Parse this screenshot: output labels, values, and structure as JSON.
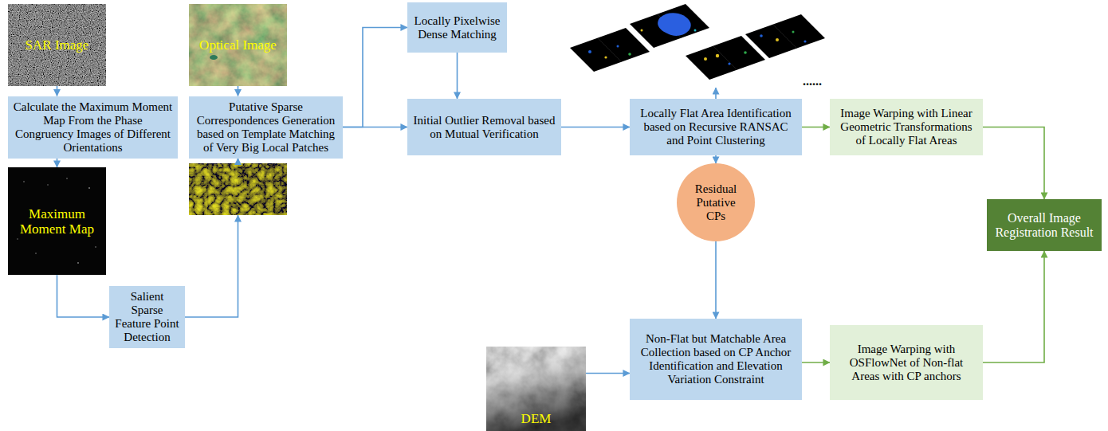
{
  "diagram": {
    "nodes": [
      {
        "text": [
          "SAR Image"
        ]
      },
      {
        "text": [
          "Optical Image"
        ]
      },
      {
        "text": [
          "Calculate the Maximum Moment Map From the Phase Congruency Images of Different Orientations"
        ]
      },
      {
        "text": [
          "Putative Sparse Correspondences Generation based on Template Matching of Very Big Local Patches"
        ]
      },
      {
        "text": [
          "Maximum Moment Map"
        ]
      },
      {
        "text": []
      },
      {
        "text": [
          "Salient Sparse Feature Point Detection"
        ]
      },
      {
        "text": [
          "Locally Pixelwise Dense Matching"
        ]
      },
      {
        "text": [
          "Initial Outlier Removal based on Mutual Verification"
        ]
      },
      {
        "text": [
          "......"
        ]
      },
      {
        "text": [
          "Locally Flat Area Identification based on Recursive RANSAC and Point Clustering"
        ]
      },
      {
        "text": [
          "Image Warping with Linear Geometric Transformations of Locally Flat Areas"
        ]
      },
      {
        "text": [
          "Residual Putative CPs"
        ]
      },
      {
        "text": [
          "Overall Image Registration Result"
        ]
      },
      {
        "text": [
          "DEM"
        ]
      },
      {
        "text": [
          "Non-Flat but Matchable Area Collection based on CP Anchor Identification and Elevation Variation Constraint"
        ]
      },
      {
        "text": [
          "Image Warping with OSFlowNet of Non-flat Areas with CP anchors"
        ]
      }
    ],
    "edges": [
      {
        "from": 0,
        "to": 2,
        "arrow": "to"
      },
      {
        "from": 2,
        "to": 4,
        "arrow": "to"
      },
      {
        "from": 4,
        "to": 6,
        "arrow": "to"
      },
      {
        "from": 6,
        "to": 5,
        "arrow": "to"
      },
      {
        "from": 5,
        "to": 3,
        "arrow": "to"
      },
      {
        "from": 1,
        "to": 3,
        "arrow": "to"
      },
      {
        "from": 3,
        "to": 7,
        "arrow": "to"
      },
      {
        "from": 3,
        "to": 8,
        "arrow": "to"
      },
      {
        "from": 7,
        "to": 8,
        "arrow": "to"
      },
      {
        "from": 8,
        "to": 10,
        "arrow": "to"
      },
      {
        "from": 10,
        "to": 9,
        "arrow": "to"
      },
      {
        "from": 10,
        "to": 11,
        "arrow": "to"
      },
      {
        "from": 10,
        "to": 12,
        "arrow": "to"
      },
      {
        "from": 12,
        "to": 15,
        "arrow": "to"
      },
      {
        "from": 14,
        "to": 15,
        "arrow": "to"
      },
      {
        "from": 11,
        "to": 13,
        "arrow": "to"
      },
      {
        "from": 15,
        "to": 16,
        "arrow": "to"
      },
      {
        "from": 16,
        "to": 13,
        "arrow": "to"
      }
    ]
  }
}
